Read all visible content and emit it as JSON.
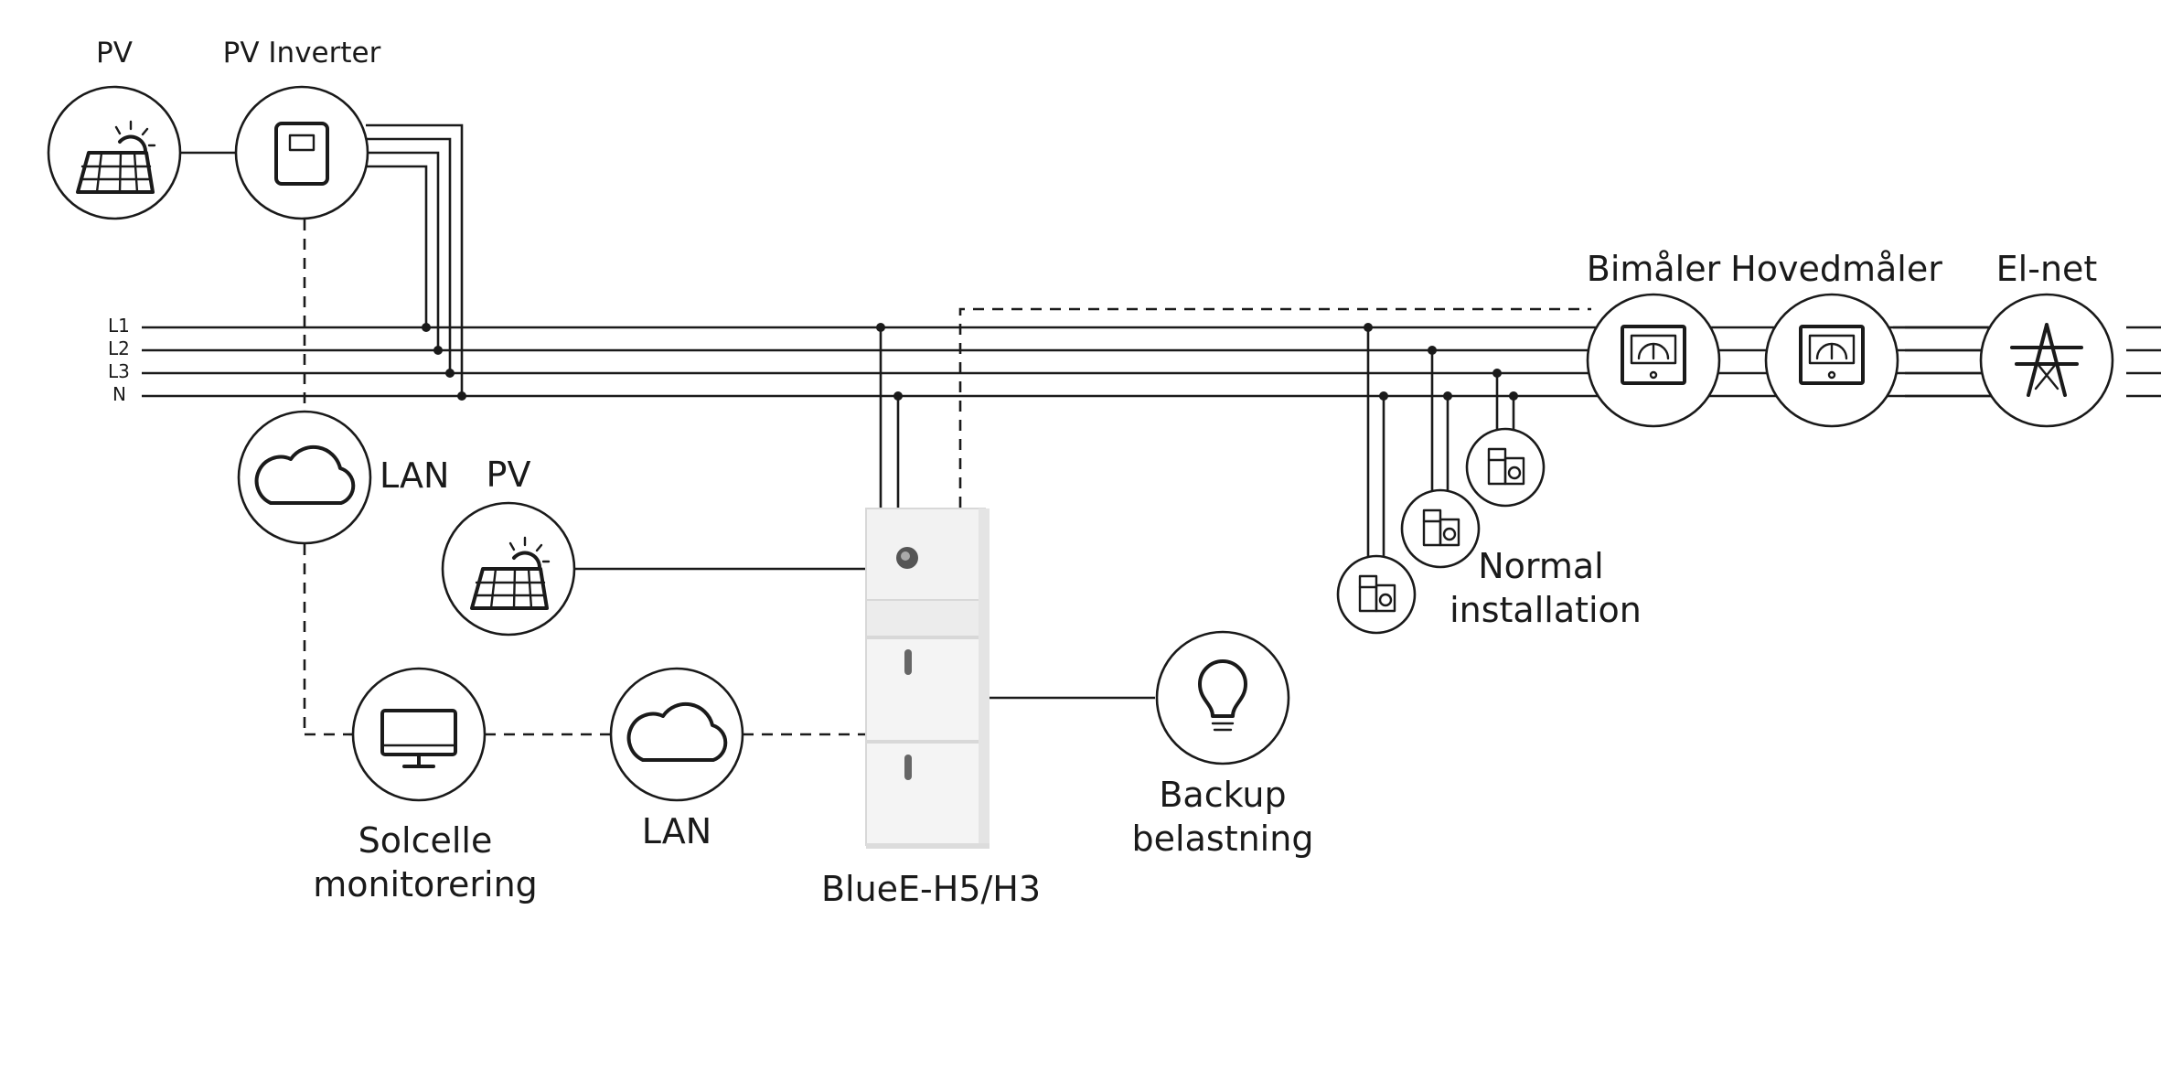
{
  "labels": {
    "pv_top": "PV",
    "pv_inverter": "PV Inverter",
    "l1": "L1",
    "l2": "L2",
    "l3": "L3",
    "n": "N",
    "lan_upper": "LAN",
    "pv_lower": "PV",
    "lan_lower": "LAN",
    "monitoring_line1": "Solcelle",
    "monitoring_line2": "monitorering",
    "battery": "BlueE-H5/H3",
    "backup_line1": "Backup",
    "backup_line2": "belastning",
    "normal_line1": "Normal",
    "normal_line2": "installation",
    "submeter": "Bimåler",
    "main_meter": "Hovedmåler",
    "grid": "El-net"
  },
  "icons": [
    "solar-panel-icon",
    "inverter-icon",
    "cloud-icon",
    "monitor-icon",
    "light-bulb-icon",
    "appliance-icon",
    "meter-icon",
    "power-pylon-icon"
  ]
}
